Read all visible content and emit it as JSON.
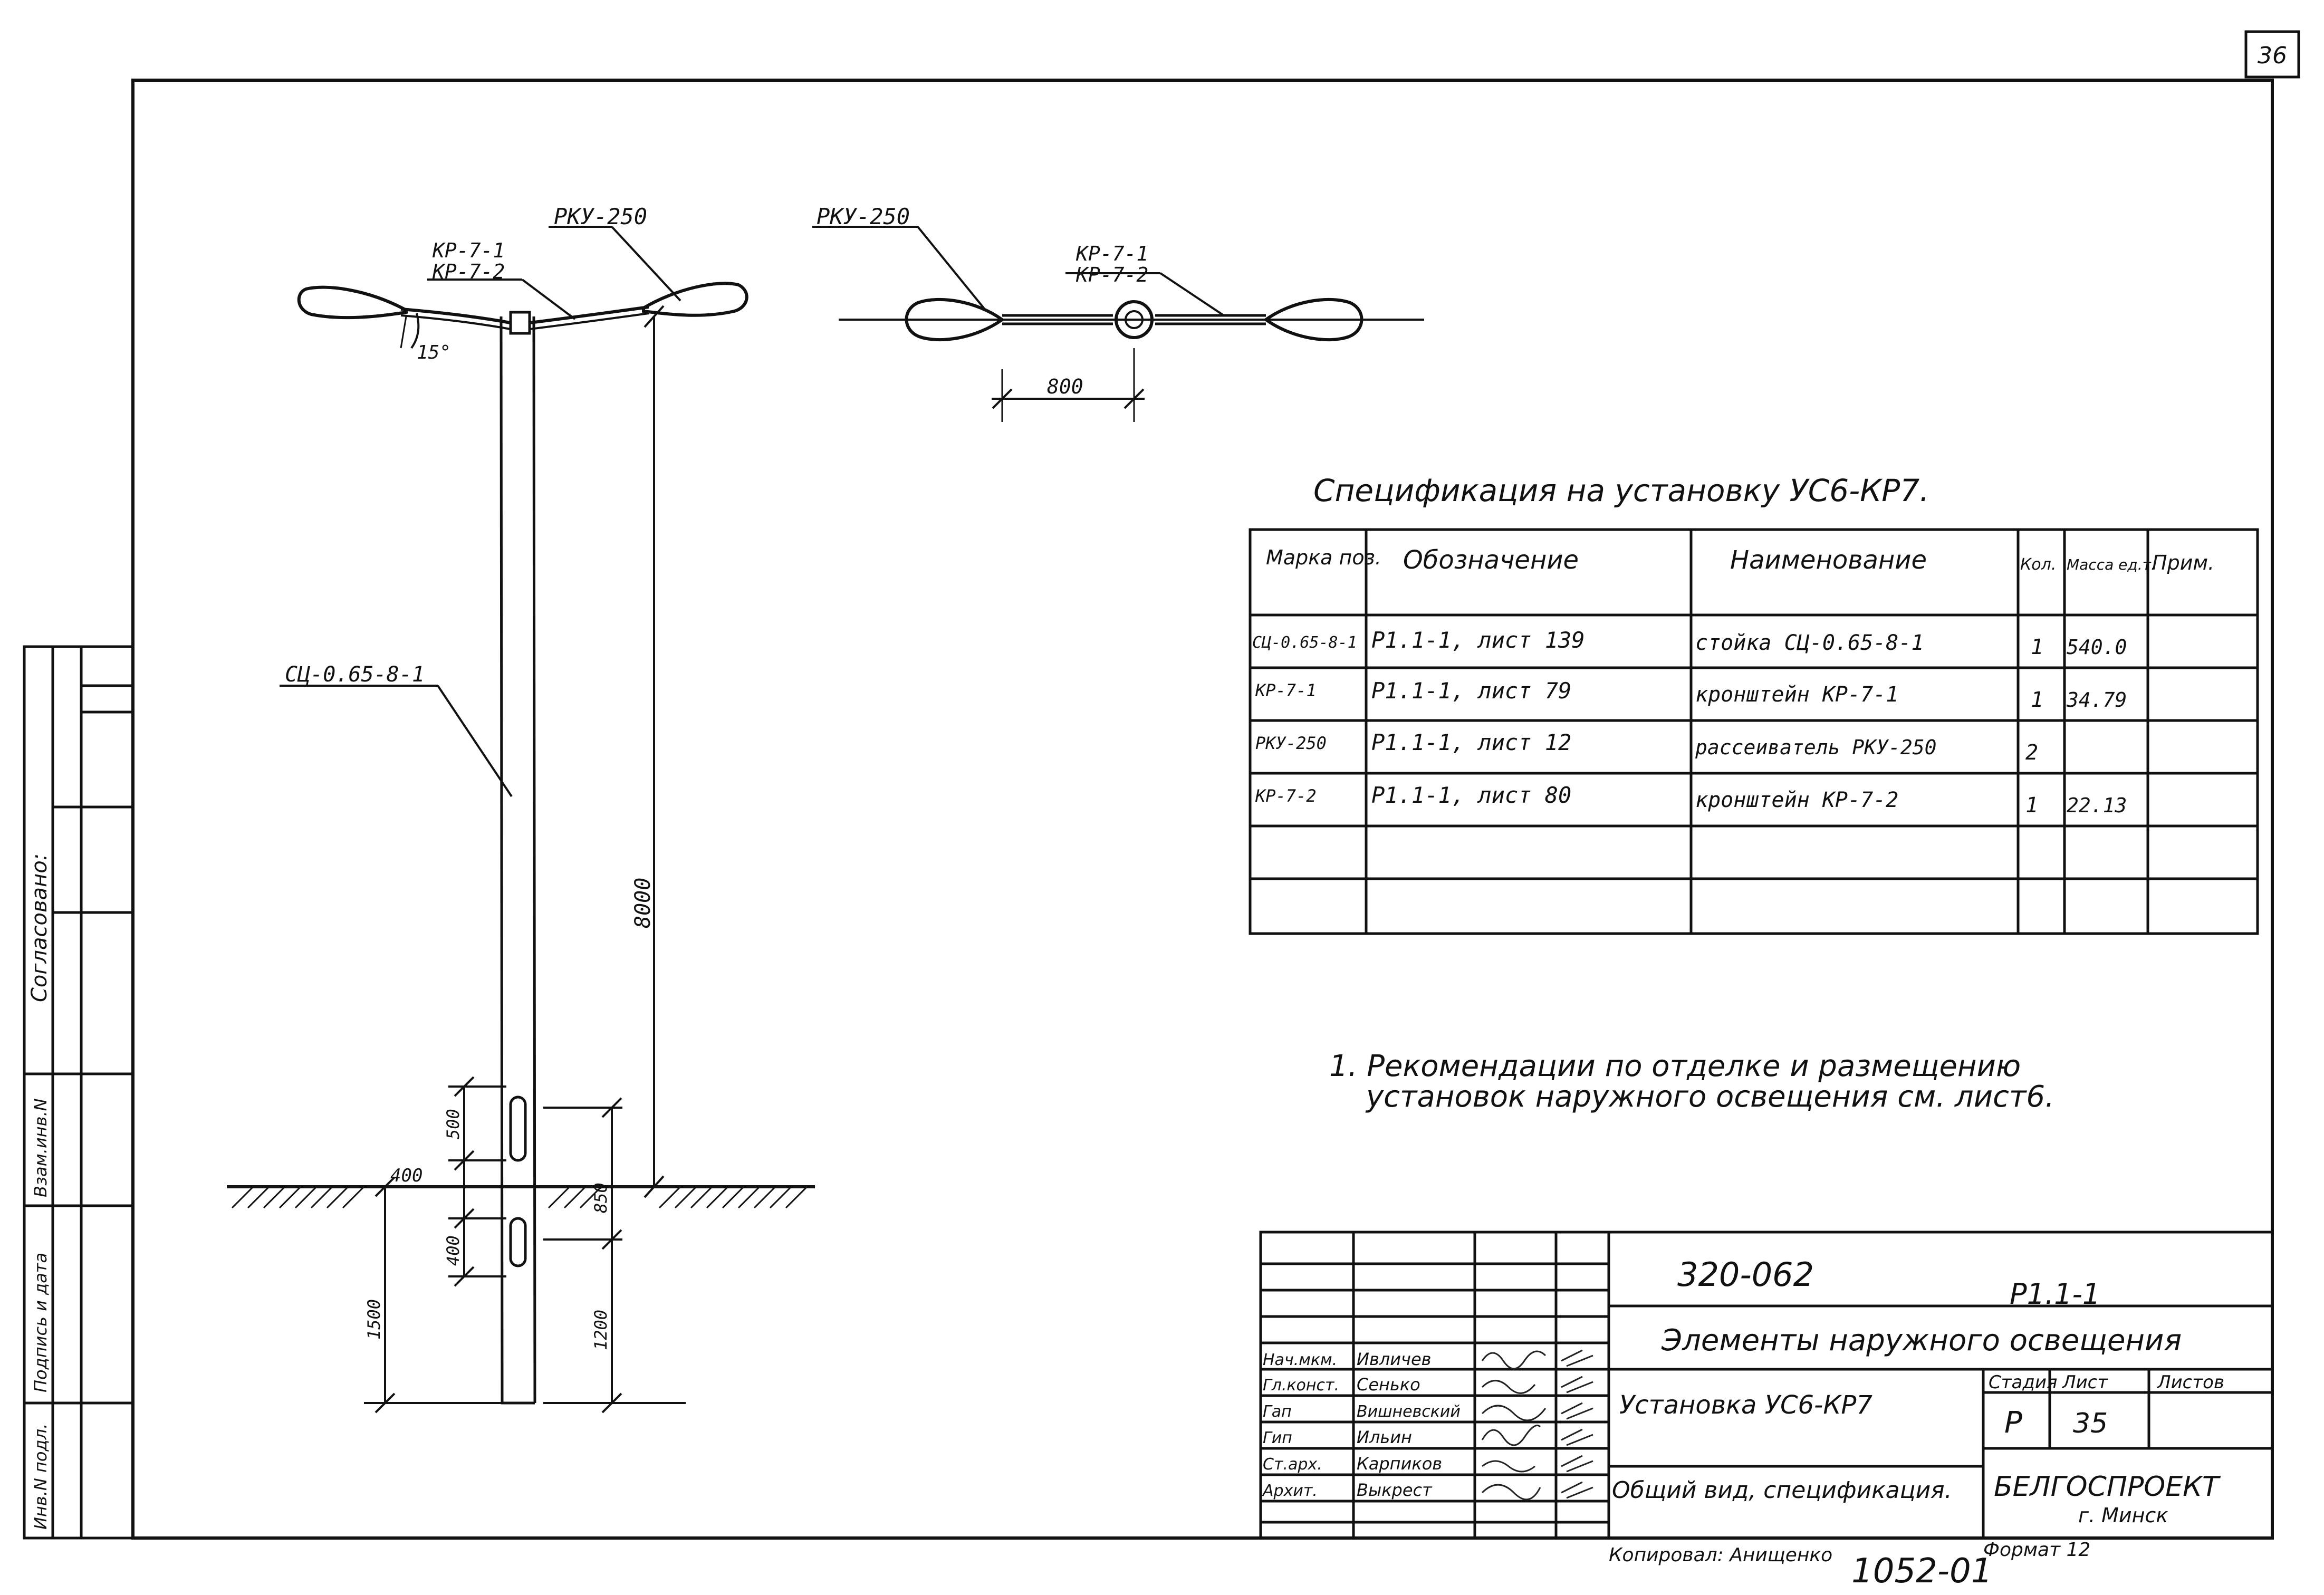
{
  "sheet": {
    "page_number": "36",
    "stamp_left": {
      "agreed": "Согласовано:",
      "inv_substitute": "Взам.инв.N",
      "sign_date": "Подпись и дата",
      "inv_original": "Инв.N подл."
    }
  },
  "drawing": {
    "side_view": {
      "lamp_label": "РКУ-250",
      "bracket_label_1": "КР-7-1",
      "bracket_label_2": "КР-7-2",
      "angle_label": "15°",
      "pole_label": "СЦ-0.65-8-1",
      "dims": {
        "height": "8000",
        "hole_top": "500",
        "hole_gap": "400",
        "ground_top": "400",
        "ground_to_hole": "850",
        "depth_total": "1500",
        "depth_lower": "1200"
      }
    },
    "top_view": {
      "lamp_label": "РКУ-250",
      "bracket_label_1": "КР-7-1",
      "bracket_label_2": "КР-7-2",
      "dim": "800"
    }
  },
  "spec": {
    "title": "Спецификация на установку УС6-КР7.",
    "headers": [
      "Марка поз.",
      "Обозначение",
      "Наименование",
      "Кол.",
      "Масса ед.т.",
      "Прим."
    ],
    "rows": [
      [
        "СЦ-0.65-8-1",
        "Р1.1-1, лист 139",
        "стойка СЦ-0.65-8-1",
        "1",
        "540.0",
        ""
      ],
      [
        "КР-7-1",
        "Р1.1-1, лист 79",
        "кронштейн КР-7-1",
        "1",
        "34.79",
        ""
      ],
      [
        "РКУ-250",
        "Р1.1-1, лист 12",
        "рассеиватель РКУ-250",
        "2",
        "",
        ""
      ],
      [
        "КР-7-2",
        "Р1.1-1, лист 80",
        "кронштейн КР-7-2",
        "1",
        "22.13",
        ""
      ],
      [
        "",
        "",
        "",
        "",
        "",
        ""
      ],
      [
        "",
        "",
        "",
        "",
        "",
        ""
      ]
    ]
  },
  "note": {
    "line1": "1. Рекомендации по отделке и размещению",
    "line2": "установок наружного освещения см. лист6."
  },
  "title_block": {
    "project": "320-062",
    "album": "Р1.1-1",
    "title": "Элементы наружного освещения",
    "item": "Установка УС6-КР7",
    "sheet_desc": "Общий вид, спецификация.",
    "stage_header": "Стадия",
    "sheet_header": "Лист",
    "sheets_header": "Листов",
    "stage": "Р",
    "sheet": "35",
    "org": "БЕЛГОСПРОЕКТ",
    "city": "г. Минск",
    "staff": [
      [
        "Нач.мкм.",
        "Ивличев"
      ],
      [
        "Гл.конст.",
        "Сенько"
      ],
      [
        "Гап",
        "Вишневский"
      ],
      [
        "Гип",
        "Ильин"
      ],
      [
        "Ст.арх.",
        "Карпиков"
      ],
      [
        "Архит.",
        "Выкрест"
      ]
    ],
    "copied_by": "Копировал: Анищенко",
    "format": "Формат 12",
    "inventory": "1052-01"
  }
}
